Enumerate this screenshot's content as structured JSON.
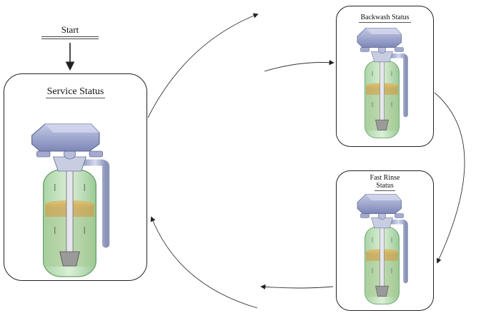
{
  "start": {
    "label": "Start"
  },
  "stages": [
    {
      "id": "service",
      "title": "Service Status"
    },
    {
      "id": "backwash",
      "title": "Backwash Status"
    },
    {
      "id": "fast-rinse",
      "title_line1": "Fast Rinse",
      "title_line2": "Status"
    }
  ],
  "colors": {
    "tank_glass": "#a9d8a6",
    "resin": "#c9a24e",
    "valve_head": "#8c96c2",
    "arrow": "#222222"
  }
}
